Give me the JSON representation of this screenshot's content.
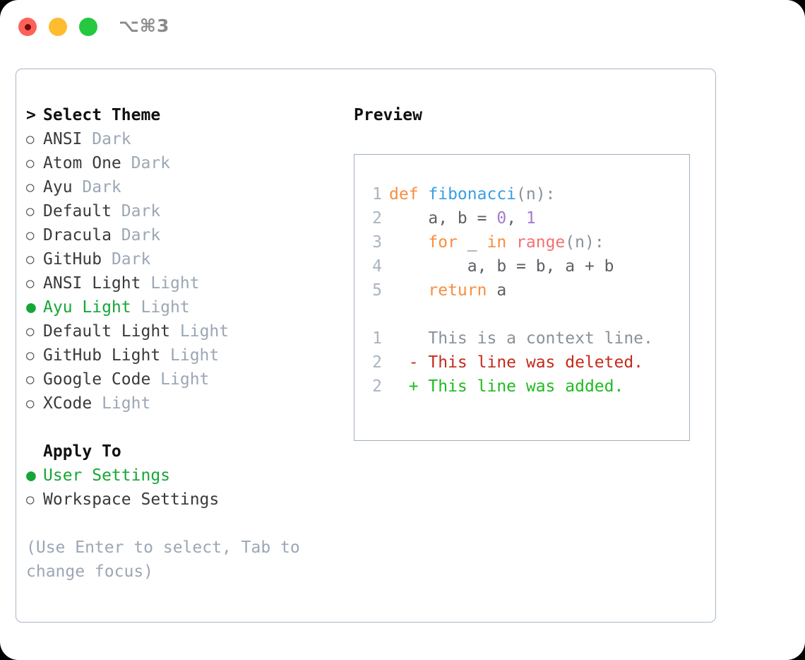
{
  "titlebar": {
    "shortcut": "⌥⌘3",
    "buttons": [
      {
        "name": "close",
        "color": "#ff6159"
      },
      {
        "name": "minimize",
        "color": "#febc2e"
      },
      {
        "name": "zoom",
        "color": "#26c840"
      }
    ]
  },
  "theme_list": {
    "header_prefix": ">",
    "header": "Select Theme",
    "bullet_selected": "●",
    "bullet_unselected": "○",
    "items": [
      {
        "label": "ANSI",
        "variant": "Dark",
        "selected": false
      },
      {
        "label": "Atom One",
        "variant": "Dark",
        "selected": false
      },
      {
        "label": "Ayu",
        "variant": "Dark",
        "selected": false
      },
      {
        "label": "Default",
        "variant": "Dark",
        "selected": false
      },
      {
        "label": "Dracula",
        "variant": "Dark",
        "selected": false
      },
      {
        "label": "GitHub",
        "variant": "Dark",
        "selected": false
      },
      {
        "label": "ANSI Light",
        "variant": "Light",
        "selected": false
      },
      {
        "label": "Ayu Light",
        "variant": "Light",
        "selected": true
      },
      {
        "label": "Default Light",
        "variant": "Light",
        "selected": false
      },
      {
        "label": "GitHub Light",
        "variant": "Light",
        "selected": false
      },
      {
        "label": "Google Code",
        "variant": "Light",
        "selected": false
      },
      {
        "label": "XCode",
        "variant": "Light",
        "selected": false
      }
    ]
  },
  "apply_to": {
    "header": "Apply To",
    "items": [
      {
        "label": "User Settings",
        "selected": true
      },
      {
        "label": "Workspace Settings",
        "selected": false
      }
    ]
  },
  "hint": "(Use Enter to select, Tab to change focus)",
  "preview": {
    "title": "Preview",
    "code_lines": [
      {
        "number": "1",
        "tokens": [
          {
            "text": "def ",
            "type": "kw"
          },
          {
            "text": "fibonacci",
            "type": "fn"
          },
          {
            "text": "(n):",
            "type": "punc"
          }
        ]
      },
      {
        "number": "2",
        "tokens": [
          {
            "text": "    a, b = ",
            "type": "plain"
          },
          {
            "text": "0",
            "type": "num"
          },
          {
            "text": ", ",
            "type": "plain"
          },
          {
            "text": "1",
            "type": "num"
          }
        ]
      },
      {
        "number": "3",
        "tokens": [
          {
            "text": "    ",
            "type": "plain"
          },
          {
            "text": "for",
            "type": "kw"
          },
          {
            "text": " _ ",
            "type": "plain"
          },
          {
            "text": "in",
            "type": "kw"
          },
          {
            "text": " ",
            "type": "plain"
          },
          {
            "text": "range",
            "type": "fn2"
          },
          {
            "text": "(n):",
            "type": "punc"
          }
        ]
      },
      {
        "number": "4",
        "tokens": [
          {
            "text": "        a, b = b, a + b",
            "type": "plain"
          }
        ]
      },
      {
        "number": "5",
        "tokens": [
          {
            "text": "    ",
            "type": "plain"
          },
          {
            "text": "return",
            "type": "kw"
          },
          {
            "text": " a",
            "type": "plain"
          }
        ]
      }
    ],
    "diff_lines": [
      {
        "number": "1",
        "marker": " ",
        "text": " This is a context line.",
        "kind": "ctx"
      },
      {
        "number": "2",
        "marker": "-",
        "text": " This line was deleted.",
        "kind": "del"
      },
      {
        "number": "2",
        "marker": "+",
        "text": " This line was added.",
        "kind": "add"
      }
    ]
  },
  "colors": {
    "accent_green": "#16a637",
    "keyword": "#fa8d3e",
    "function": "#399ee6",
    "builtin": "#f07171",
    "number": "#a37acc",
    "plain": "#5c6166",
    "muted": "#9ba7b5",
    "line_number": "#a8b4c2",
    "diff_delete": "#c42b1c",
    "diff_add": "#1fbb20",
    "border": "#aab6c4"
  }
}
